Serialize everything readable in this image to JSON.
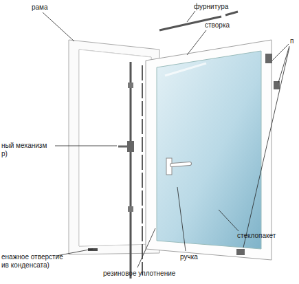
{
  "diagram": {
    "labels": [
      "рама",
      "фурнитура",
      "створка",
      "п",
      "ный механизм р)",
      "стеклопакет",
      "енажное отверстие ив конденсата)",
      "резиновое уплотнение",
      "ручка"
    ]
  }
}
